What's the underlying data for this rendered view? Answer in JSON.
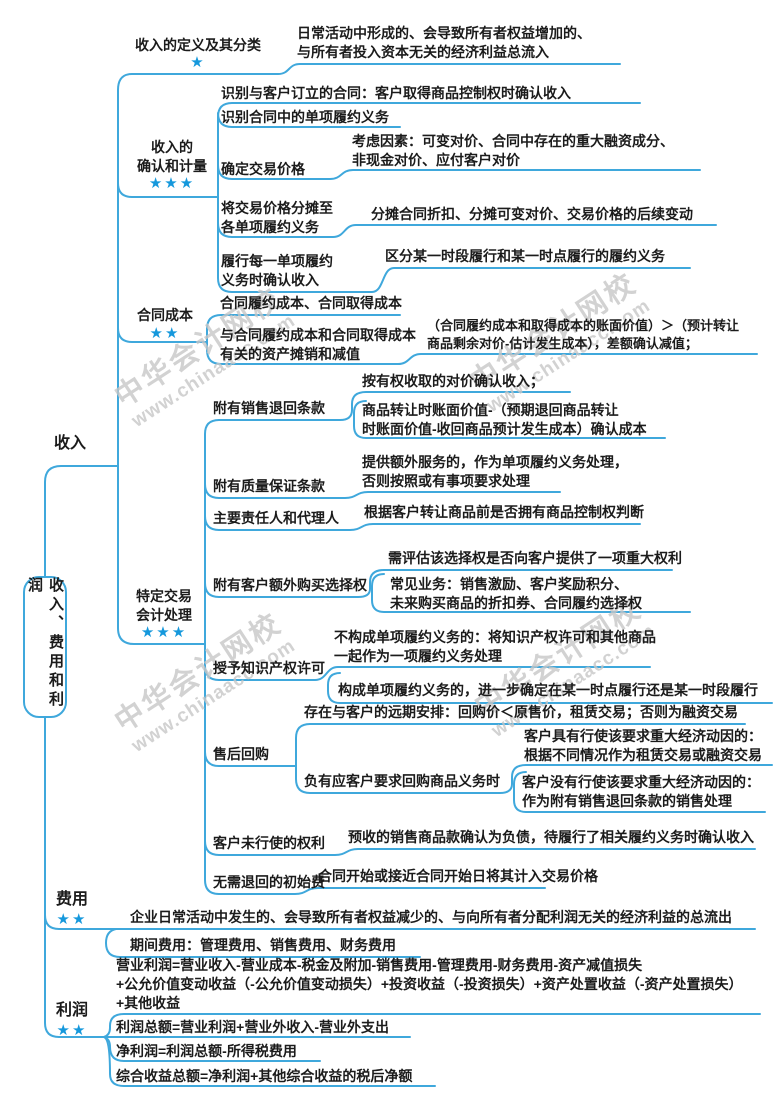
{
  "watermark": {
    "line1": "中华会计网校",
    "line2": "www.chinaacc.com"
  },
  "colors": {
    "line": "#3fa8dc",
    "star": "#1598dc",
    "text": "#1b1b1b",
    "watermark": "#c7c7c7"
  },
  "mindmap": {
    "root": {
      "label": "收入、费用和利润"
    },
    "branches": [
      {
        "label": "收入",
        "children": [
          {
            "label": "收入的定义及其分类",
            "stars": "★",
            "children": [
              {
                "lines": [
                  "日常活动中形成的、会导致所有者权益增加的、",
                  "与所有者投入资本无关的经济利益总流入"
                ]
              }
            ]
          },
          {
            "lines": [
              "收入的",
              "确认和计量"
            ],
            "stars": "★★★",
            "children": [
              {
                "label": "识别与客户订立的合同：客户取得商品控制权时确认收入"
              },
              {
                "label": "识别合同中的单项履约义务"
              },
              {
                "label": "确定交易价格",
                "children": [
                  {
                    "lines": [
                      "考虑因素：可变对价、合同中存在的重大融资成分、",
                      "非现金对价、应付客户对价"
                    ]
                  }
                ]
              },
              {
                "lines": [
                  "将交易价格分摊至",
                  "各单项履约义务"
                ],
                "children": [
                  {
                    "label": "分摊合同折扣、分摊可变对价、交易价格的后续变动"
                  }
                ]
              },
              {
                "lines": [
                  "履行每一单项履约",
                  "义务时确认收入"
                ],
                "children": [
                  {
                    "label": "区分某一时段履行和某一时点履行的履约义务"
                  }
                ]
              }
            ]
          },
          {
            "label": "合同成本",
            "stars": "★★",
            "children": [
              {
                "label": "合同履约成本、合同取得成本"
              },
              {
                "lines": [
                  "与合同履约成本和合同取得成本",
                  "有关的资产摊销和减值"
                ],
                "children": [
                  {
                    "lines": [
                      "（合同履约成本和取得成本的账面价值）＞（预计转让",
                      "商品剩余对价-估计发生成本），差额确认减值；"
                    ]
                  }
                ]
              }
            ]
          },
          {
            "lines": [
              "特定交易",
              "会计处理"
            ],
            "stars": "★★★",
            "children": [
              {
                "label": "附有销售退回条款",
                "children": [
                  {
                    "label": "按有权收取的对价确认收入；"
                  },
                  {
                    "lines": [
                      "商品转让时账面价值-（预期退回商品转让",
                      "时账面价值-收回商品预计发生成本）确认成本"
                    ]
                  }
                ]
              },
              {
                "label": "附有质量保证条款",
                "children": [
                  {
                    "lines": [
                      "提供额外服务的，作为单项履约义务处理，",
                      "否则按照或有事项要求处理"
                    ]
                  }
                ]
              },
              {
                "label": "主要责任人和代理人",
                "children": [
                  {
                    "label": "根据客户转让商品前是否拥有商品控制权判断"
                  }
                ]
              },
              {
                "label": "附有客户额外购买选择权",
                "children": [
                  {
                    "label": "需评估该选择权是否向客户提供了一项重大权利"
                  },
                  {
                    "lines": [
                      "常见业务：销售激励、客户奖励积分、",
                      "未来购买商品的折扣券、合同履约选择权"
                    ]
                  }
                ]
              },
              {
                "label": "授予知识产权许可",
                "children": [
                  {
                    "lines": [
                      "不构成单项履约义务的：将知识产权许可和其他商品",
                      "一起作为一项履约义务处理"
                    ]
                  },
                  {
                    "label": "构成单项履约义务的，进一步确定在某一时点履行还是某一时段履行"
                  }
                ]
              },
              {
                "label": "售后回购",
                "children": [
                  {
                    "label": "存在与客户的远期安排：回购价＜原售价，租赁交易；否则为融资交易"
                  },
                  {
                    "label": "负有应客户要求回购商品义务时",
                    "children": [
                      {
                        "lines": [
                          "客户具有行使该要求重大经济动因的：",
                          "根据不同情况作为租赁交易或融资交易"
                        ]
                      },
                      {
                        "lines": [
                          "客户没有行使该要求重大经济动因的：",
                          "作为附有销售退回条款的销售处理"
                        ]
                      }
                    ]
                  }
                ]
              },
              {
                "label": "客户未行使的权利",
                "children": [
                  {
                    "label": "预收的销售商品款确认为负债，待履行了相关履约义务时确认收入"
                  }
                ]
              },
              {
                "label": "无需退回的初始费",
                "children": [
                  {
                    "label": "合同开始或接近合同开始日将其计入交易价格"
                  }
                ]
              }
            ]
          }
        ]
      },
      {
        "label": "费用",
        "stars": "★★",
        "children": [
          {
            "label": "企业日常活动中发生的、会导致所有者权益减少的、与向所有者分配利润无关的经济利益的总流出"
          },
          {
            "label": "期间费用：管理费用、销售费用、财务费用"
          }
        ]
      },
      {
        "label": "利润",
        "stars": "★★",
        "children": [
          {
            "lines": [
              "营业利润=营业收入-营业成本-税金及附加-销售费用-管理费用-财务费用-资产减值损失",
              "+公允价值变动收益（-公允价值变动损失）+投资收益（-投资损失）+资产处置收益（-资产处置损失）",
              "+其他收益"
            ]
          },
          {
            "label": "利润总额=营业利润+营业外收入-营业外支出"
          },
          {
            "label": "净利润=利润总额-所得税费用"
          },
          {
            "label": "综合收益总额=净利润+其他综合收益的税后净额"
          }
        ]
      }
    ]
  }
}
